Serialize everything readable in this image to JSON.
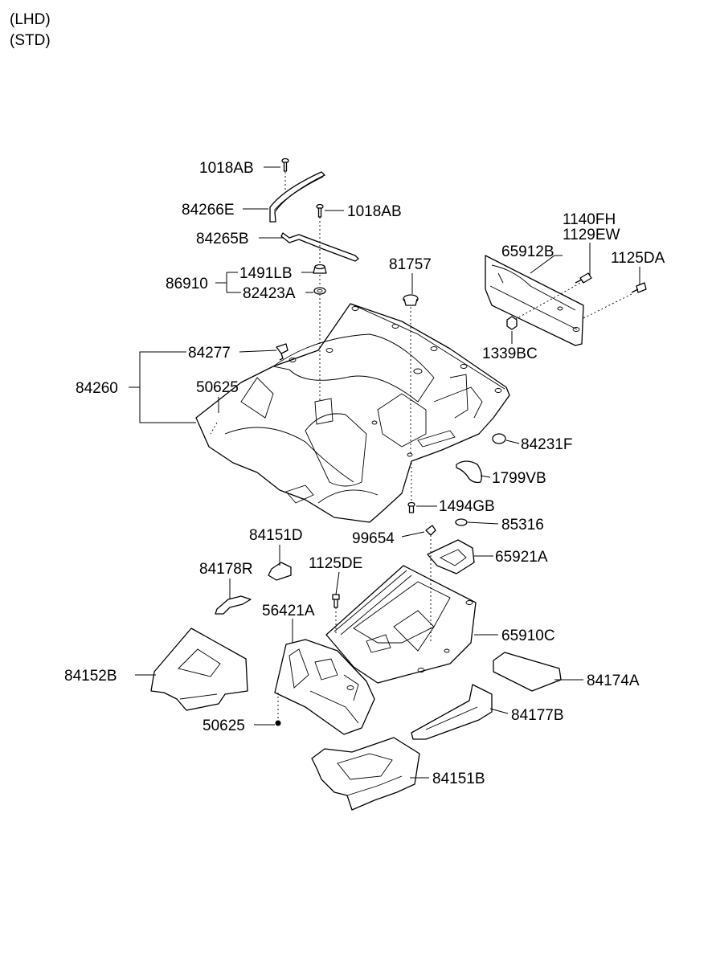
{
  "conditions": [
    "(LHD)",
    "(STD)"
  ],
  "labels": {
    "1018AB_top": "1018AB",
    "84266E": "84266E",
    "1018AB_mid": "1018AB",
    "84265B": "84265B",
    "1491LB": "1491LB",
    "86910": "86910",
    "82423A": "82423A",
    "81757": "81757",
    "1140FH": "1140FH",
    "1129EW": "1129EW",
    "65912B": "65912B",
    "1125DA": "1125DA",
    "1339BC": "1339BC",
    "84277": "84277",
    "84260": "84260",
    "50625_top": "50625",
    "84231F": "84231F",
    "1799VB": "1799VB",
    "1494GB": "1494GB",
    "84151D": "84151D",
    "99654": "99654",
    "85316": "85316",
    "84178R": "84178R",
    "1125DE": "1125DE",
    "65921A": "65921A",
    "56421A": "56421A",
    "65910C": "65910C",
    "84152B": "84152B",
    "84174A": "84174A",
    "50625_bot": "50625",
    "84177B": "84177B",
    "84151B": "84151B"
  }
}
